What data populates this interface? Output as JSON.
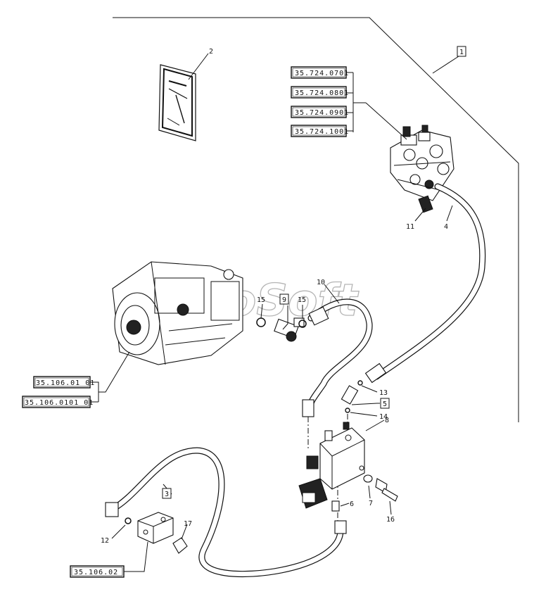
{
  "watermark": "AutoSoft",
  "callouts": {
    "c1": "1",
    "c2": "2",
    "c3": "3",
    "c4": "4",
    "c5": "5",
    "c6": "6",
    "c7": "7",
    "c8": "8",
    "c9": "9",
    "c10": "10",
    "c11": "11",
    "c12": "12",
    "c13": "13",
    "c14": "14",
    "c15a": "15",
    "c15b": "15",
    "c16": "16",
    "c17": "17"
  },
  "references": {
    "valve": [
      "35.724.0701",
      "35.724.0801",
      "35.724.0901",
      "35.724.1001"
    ],
    "pump": [
      "35.106.01 01",
      "35.106.0101 01"
    ],
    "block": [
      "35.106.02"
    ]
  }
}
